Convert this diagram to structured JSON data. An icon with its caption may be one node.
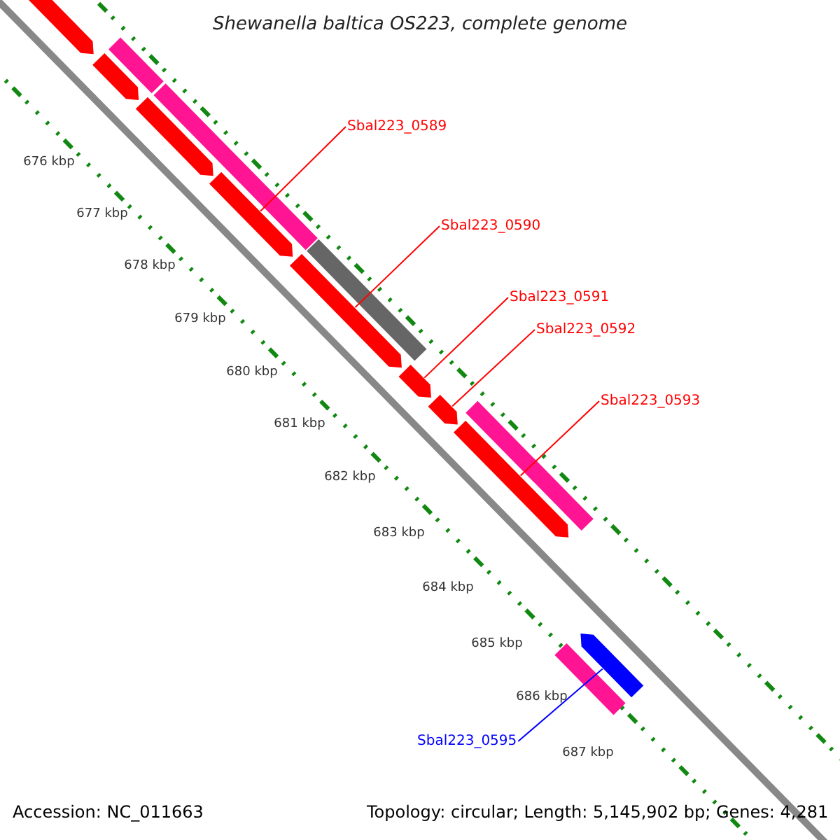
{
  "diagram": {
    "title": "Shewanella baltica OS223, complete genome",
    "nodes": [
      {
        "text": [
          "Sbal223_0589"
        ]
      },
      {
        "text": [
          "Sbal223_0590"
        ]
      },
      {
        "text": [
          "Sbal223_0591"
        ]
      },
      {
        "text": [
          "Sbal223_0592"
        ]
      },
      {
        "text": [
          "Sbal223_0593"
        ]
      },
      {
        "text": [
          "Sbal223_0595"
        ]
      },
      {
        "text": [],
        "shape": "pentagon"
      },
      {
        "text": [],
        "shape": "bar"
      },
      {
        "text": [],
        "shape": "pentagon"
      },
      {
        "text": [],
        "shape": "pentagon"
      },
      {
        "text": [],
        "shape": "bar"
      },
      {
        "text": [],
        "shape": "pentagon"
      },
      {
        "text": [],
        "shape": "pentagon"
      },
      {
        "text": [],
        "shape": "bar"
      },
      {
        "text": [],
        "shape": "pentagon"
      },
      {
        "text": [],
        "shape": "pentagon"
      },
      {
        "text": [],
        "shape": "bar"
      },
      {
        "text": [],
        "shape": "pentagon"
      },
      {
        "text": [],
        "shape": "bar"
      },
      {
        "text": [],
        "shape": "pentagon"
      }
    ],
    "edges": [
      {
        "from": 0,
        "to": 11,
        "arrow": "none"
      },
      {
        "from": 1,
        "to": 12,
        "arrow": "none"
      },
      {
        "from": 2,
        "to": 14,
        "arrow": "none"
      },
      {
        "from": 3,
        "to": 15,
        "arrow": "none"
      },
      {
        "from": 4,
        "to": 17,
        "arrow": "none"
      },
      {
        "from": 5,
        "to": 19,
        "arrow": "none",
        "color": "#0000ff"
      }
    ],
    "labels": [
      "676 kbp",
      "677 kbp",
      "678 kbp",
      "679 kbp",
      "680 kbp",
      "681 kbp",
      "682 kbp",
      "683 kbp",
      "684 kbp",
      "685 kbp",
      "686 kbp",
      "687 kbp",
      "Accession: NC_011663",
      "Topology: circular; Length: 5,145,902 bp; Genes: 4,281"
    ]
  }
}
